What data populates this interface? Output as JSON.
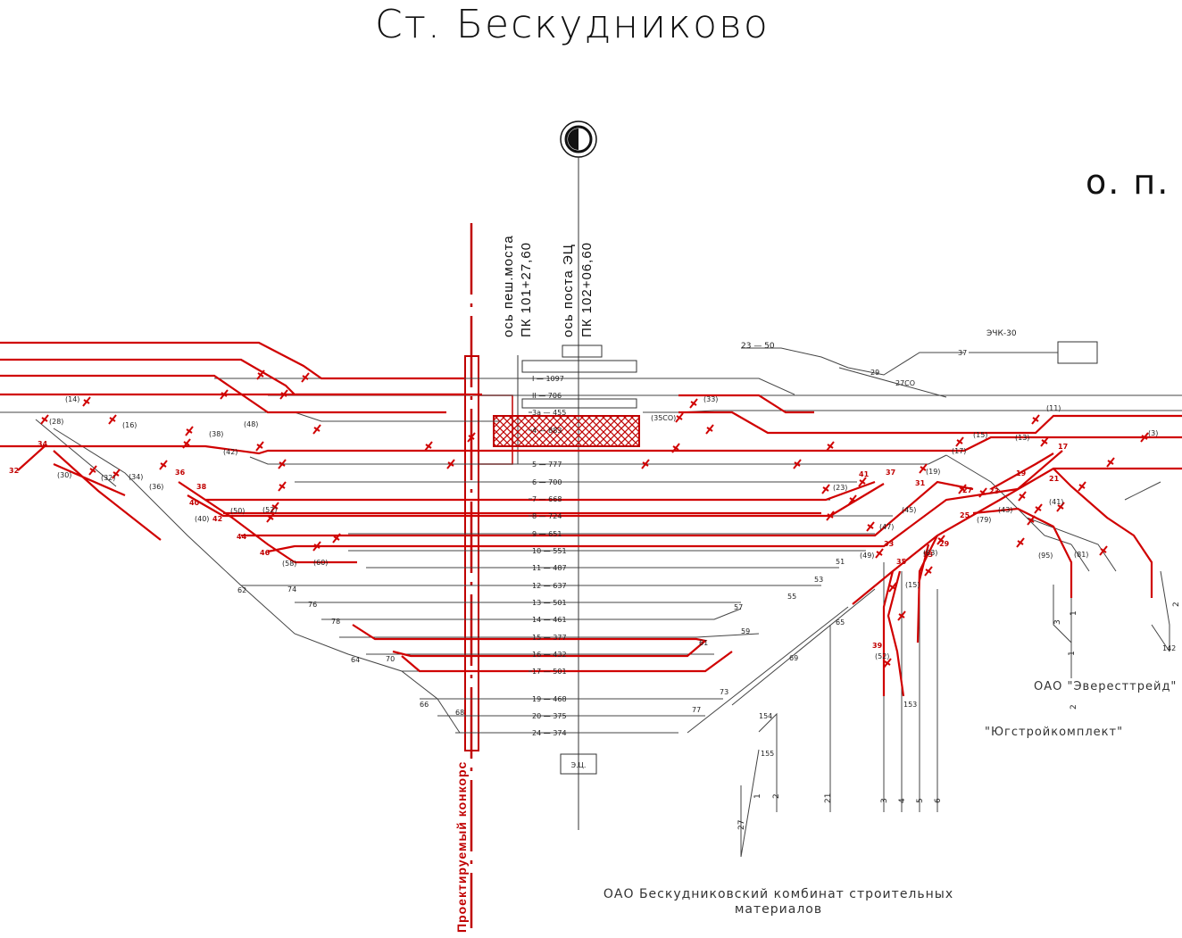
{
  "station_title": "Ст.  Бескудниково",
  "stop_title": "о. п.",
  "bridge_axis": {
    "line1": "ось пеш.моста",
    "line2": "ПК 101+27,60"
  },
  "post_axis": {
    "line1": "ось поста ЭЦ",
    "line2": "ПК 102+06,60"
  },
  "concourse_label": "Проектируемый конкорс",
  "ec_box_label": "Э.Ц.",
  "echk_label": "ЭЧК-30",
  "track_23_label": "23 — 50",
  "siding_labels": {
    "s29": "29",
    "s27co": "27СО",
    "s37": "37"
  },
  "company_everest": "ОАО  \"Эвересттрейд\"",
  "company_yugstroy": "\"Югстройкомплект\"",
  "company_kombinat": "ОАО Бескудниковский комбинат строительных материалов",
  "tracks": [
    {
      "label": "I — 1097"
    },
    {
      "label": "II — 706"
    },
    {
      "label": "3a — 455"
    },
    {
      "label": "4 — 883"
    },
    {
      "label": "5 — 777"
    },
    {
      "label": "6 — 700"
    },
    {
      "label": "7 — 668"
    },
    {
      "label": "8 — 724"
    },
    {
      "label": "9 — 651"
    },
    {
      "label": "10 — 551"
    },
    {
      "label": "11 — 487"
    },
    {
      "label": "12 — 637"
    },
    {
      "label": "13 — 501"
    },
    {
      "label": "14 — 461"
    },
    {
      "label": "15 — 377"
    },
    {
      "label": "16 — 432"
    },
    {
      "label": "17 — 501"
    },
    {
      "label": "19 — 468"
    },
    {
      "label": "20 — 375"
    },
    {
      "label": "24 — 374"
    }
  ],
  "switches_new": [
    "32",
    "34",
    "36",
    "38",
    "40",
    "42",
    "44",
    "46",
    "41",
    "37",
    "31",
    "27",
    "23",
    "19",
    "17",
    "21",
    "25",
    "29",
    "33",
    "35",
    "39",
    "53"
  ],
  "switches_old": [
    "(14)",
    "(16)",
    "(28)",
    "(30)",
    "(32)",
    "(34)",
    "(36)",
    "(38)",
    "(40)",
    "(42)",
    "(48)",
    "(50)",
    "(52)",
    "(58)",
    "(60)",
    "(35СО)",
    "(33)",
    "(23)",
    "(19)",
    "(15)",
    "(17)",
    "(11)",
    "(13)",
    "(3)",
    "(43)",
    "(41)",
    "(45)",
    "(47)",
    "(49)",
    "(79)",
    "(95)",
    "(81)",
    "(63)",
    "(15)",
    "(52)"
  ],
  "switches_plain": [
    "62",
    "74",
    "76",
    "78",
    "64",
    "70",
    "66",
    "68",
    "51",
    "53",
    "55",
    "57",
    "59",
    "61",
    "65",
    "69",
    "73",
    "77",
    "154",
    "155",
    "153",
    "142"
  ],
  "branch_numbers": [
    "27",
    "1",
    "2",
    "21",
    "3",
    "4",
    "5",
    "6",
    "1",
    "3",
    "1",
    "2",
    "2"
  ]
}
